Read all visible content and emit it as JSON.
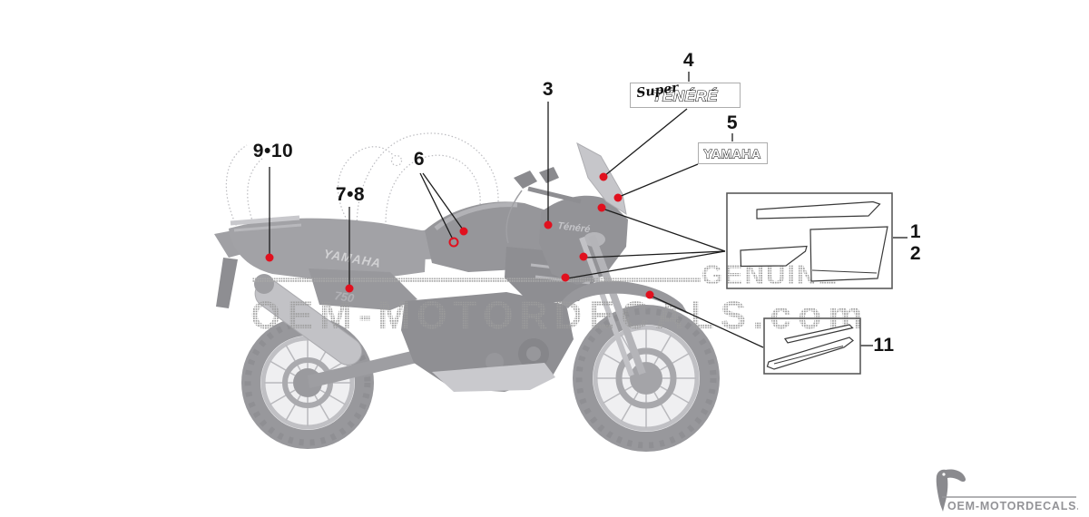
{
  "callouts": {
    "n1": "1",
    "n2": "2",
    "n3": "3",
    "n4": "4",
    "n5": "5",
    "n6": "6",
    "n78": "7•8",
    "n910": "9•10",
    "n11": "11"
  },
  "badges": {
    "super_script": "Super",
    "tenere_block": "TÉNÉRÉ",
    "yamaha": "YAMAHA"
  },
  "bike": {
    "tail_logo": "YAMAHA",
    "side_panel": "750",
    "cowl_decal": "Ténéré"
  },
  "watermark": {
    "genuine": "GENUINE",
    "site": "OEM-MOTORDECALS.com"
  },
  "footer": {
    "brand": "OEM-MOTORDECALS.com"
  },
  "colors": {
    "callout_red": "#e1101e",
    "line": "#1c1c1c",
    "watermark_gray": "#9c9c9c",
    "bike_dark": "#8f8f93",
    "bike_mid": "#a2a2a6",
    "bike_light": "#c6c6ca"
  }
}
